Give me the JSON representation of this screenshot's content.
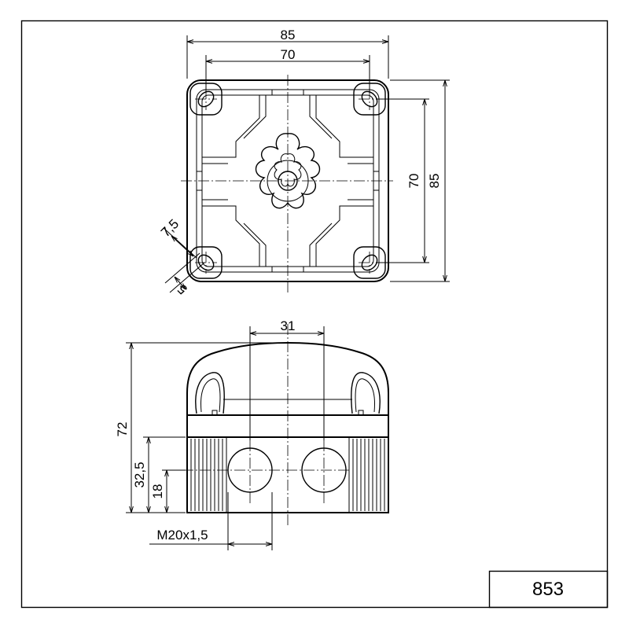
{
  "drawing_number": "853",
  "top_view": {
    "dims": {
      "outer_width": "85",
      "inner_width": "70",
      "inner_height": "70",
      "outer_height": "85",
      "corner_hole_spacing": "7,5",
      "hole_diameter": "5"
    }
  },
  "front_view": {
    "dims": {
      "handle_width": "31",
      "total_height": "72",
      "gland_height": "32,5",
      "gland_center_height": "18",
      "thread_label": "M20x1,5"
    }
  }
}
